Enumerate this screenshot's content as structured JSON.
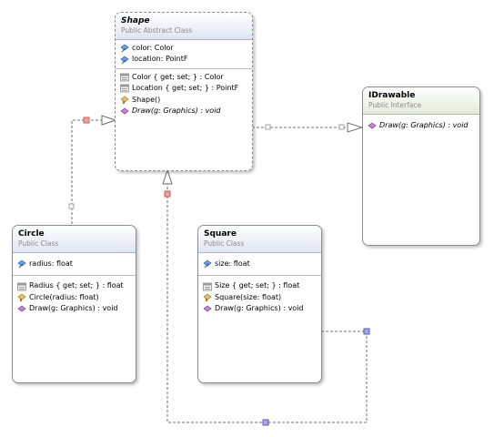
{
  "classes": {
    "shape": {
      "name": "Shape",
      "kind": "Public Abstract Class",
      "fields": [
        "color: Color",
        "location: PointF"
      ],
      "members": [
        "Color { get; set; } : Color",
        "Location { get; set; } : PointF",
        "Shape()",
        "Draw(g: Graphics) : void"
      ]
    },
    "idrawable": {
      "name": "IDrawable",
      "kind": "Public Interface",
      "members": [
        "Draw(g: Graphics) : void"
      ]
    },
    "circle": {
      "name": "Circle",
      "kind": "Public Class",
      "fields": [
        "radius: float"
      ],
      "members": [
        "Radius { get; set; } : float",
        "Circle(radius: float)",
        "Draw(g: Graphics) : void"
      ]
    },
    "square": {
      "name": "Square",
      "kind": "Public Class",
      "fields": [
        "size: float"
      ],
      "members": [
        "Size { get; set; } : float",
        "Square(size: float)",
        "Draw(g: Graphics) : void"
      ]
    }
  },
  "icons": {
    "field": "field-icon",
    "property": "property-icon",
    "constructor": "constructor-icon",
    "method": "method-icon"
  },
  "colors": {
    "connector": "#707070",
    "handle_red": "#f2a0a0",
    "handle_blue": "#a6a6e8",
    "class_header": "#dfe5f2",
    "interface_header": "#e3ecd9"
  }
}
